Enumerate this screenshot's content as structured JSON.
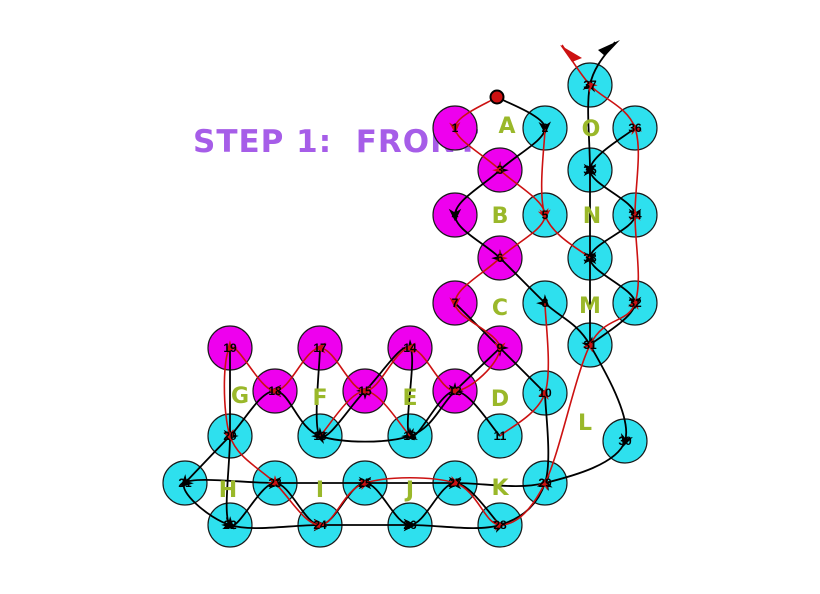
{
  "title": "STEP 1:  FRONT",
  "colors": {
    "title": "#a65de8",
    "bead_cyan": "#2ee0ee",
    "bead_magenta": "#ee00ee",
    "letter": "#9ab82a",
    "thread_black": "#000000",
    "thread_red": "#cc1111",
    "bead_outline": "#1a1a1a"
  },
  "beads": [
    {
      "n": "1",
      "c": "magenta"
    },
    {
      "n": "2",
      "c": "cyan"
    },
    {
      "n": "3",
      "c": "magenta"
    },
    {
      "n": "4",
      "c": "magenta"
    },
    {
      "n": "5",
      "c": "cyan"
    },
    {
      "n": "6",
      "c": "magenta"
    },
    {
      "n": "7",
      "c": "magenta"
    },
    {
      "n": "8",
      "c": "cyan"
    },
    {
      "n": "9",
      "c": "magenta"
    },
    {
      "n": "10",
      "c": "cyan"
    },
    {
      "n": "11",
      "c": "cyan"
    },
    {
      "n": "12",
      "c": "magenta"
    },
    {
      "n": "13",
      "c": "cyan"
    },
    {
      "n": "14",
      "c": "magenta"
    },
    {
      "n": "15",
      "c": "magenta"
    },
    {
      "n": "16",
      "c": "cyan"
    },
    {
      "n": "17",
      "c": "magenta"
    },
    {
      "n": "18",
      "c": "magenta"
    },
    {
      "n": "19",
      "c": "magenta"
    },
    {
      "n": "20",
      "c": "cyan"
    },
    {
      "n": "21",
      "c": "cyan"
    },
    {
      "n": "22",
      "c": "cyan"
    },
    {
      "n": "23",
      "c": "cyan"
    },
    {
      "n": "24",
      "c": "cyan"
    },
    {
      "n": "25",
      "c": "cyan"
    },
    {
      "n": "26",
      "c": "cyan"
    },
    {
      "n": "27",
      "c": "cyan"
    },
    {
      "n": "28",
      "c": "cyan"
    },
    {
      "n": "29",
      "c": "cyan"
    },
    {
      "n": "30",
      "c": "cyan"
    },
    {
      "n": "31",
      "c": "cyan"
    },
    {
      "n": "32",
      "c": "cyan"
    },
    {
      "n": "33",
      "c": "cyan"
    },
    {
      "n": "34",
      "c": "cyan"
    },
    {
      "n": "35",
      "c": "cyan"
    },
    {
      "n": "36",
      "c": "cyan"
    },
    {
      "n": "37",
      "c": "cyan"
    }
  ],
  "letters": [
    "A",
    "B",
    "C",
    "D",
    "E",
    "F",
    "G",
    "H",
    "I",
    "J",
    "K",
    "L",
    "M",
    "N",
    "O"
  ]
}
